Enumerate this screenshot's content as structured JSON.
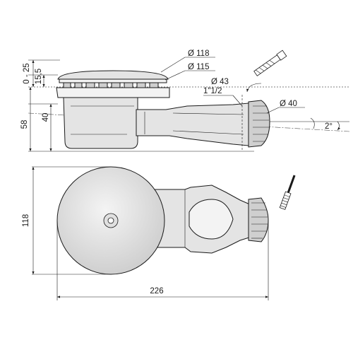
{
  "dimensions": {
    "d118": "Ø 118",
    "d115": "Ø 115",
    "d43": "Ø 43",
    "thread": "1\"1/2",
    "d40": "Ø 40",
    "angle": "2°",
    "adjust_range": "0 - 25",
    "rim_height": "15,5",
    "outlet_height": "40",
    "total_height": "58",
    "width": "118",
    "length": "226"
  },
  "colors": {
    "line": "#1a1a1a",
    "body": "#e4e4e4",
    "shade": "#cfcfcf"
  }
}
